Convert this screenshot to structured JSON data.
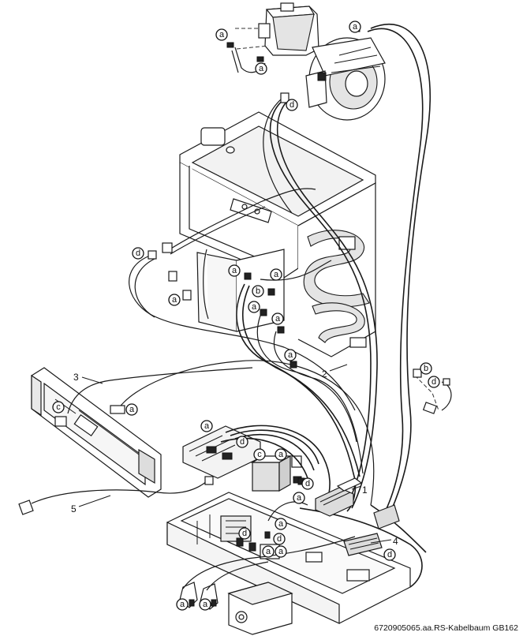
{
  "diagram": {
    "document_id": "6720905065.aa.RS-Kabelbaum GB162",
    "numbers": {
      "n1": "1",
      "n2": "2",
      "n3": "3",
      "n4": "4",
      "n5": "5"
    },
    "callout_letters": {
      "a": "a",
      "b": "b",
      "c": "c",
      "d": "d"
    }
  }
}
